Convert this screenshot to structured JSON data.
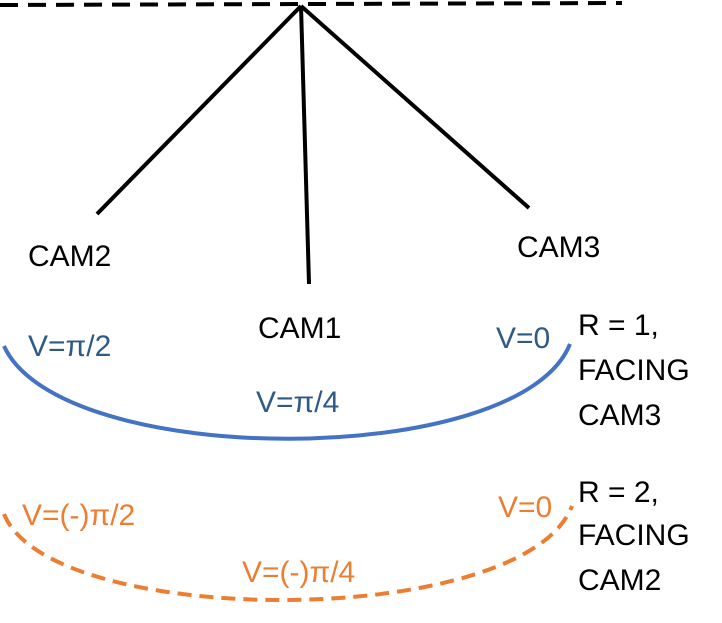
{
  "cameras": {
    "cam1": "CAM1",
    "cam2": "CAM2",
    "cam3": "CAM3"
  },
  "arc_r1": {
    "color": "#4472C4",
    "label_color": "#2E5A86",
    "v_left": "V=π/2",
    "v_mid": "V=π/4",
    "v_right": "V=0",
    "note_line1": "R = 1,",
    "note_line2": "FACING",
    "note_line3": "CAM3"
  },
  "arc_r2": {
    "color": "#ED7D31",
    "v_left": "V=(-)π/2",
    "v_mid": "V=(-)π/4",
    "v_right": "V=0",
    "note_line1": "R = 2,",
    "note_line2": "FACING",
    "note_line3": "CAM2"
  }
}
